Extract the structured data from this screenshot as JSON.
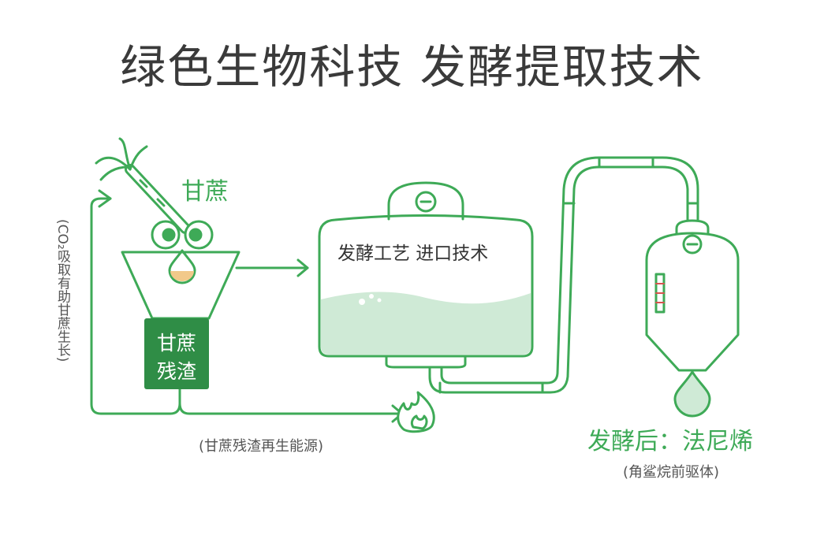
{
  "title": "绿色生物科技 发酵提取技术",
  "labels": {
    "sugarcane": "甘蔗",
    "bagasse_line1": "甘蔗",
    "bagasse_line2": "残渣",
    "tank": "发酵工艺 进口技术",
    "regen": "(甘蔗残渣再生能源)",
    "co2": "(CO₂吸取有助甘蔗生长)",
    "product": "发酵后：法尼烯",
    "product_sub": "(角鲨烷前驱体)"
  },
  "colors": {
    "green": "#3eaa57",
    "dark_green": "#2f8d46",
    "liquid": "#cfead6",
    "juice": "#f2c98a",
    "gauge": "#d9534f"
  },
  "icons": [
    "sugarcane-icon",
    "flame-icon",
    "arrow-right-icon",
    "gauge-icon"
  ]
}
